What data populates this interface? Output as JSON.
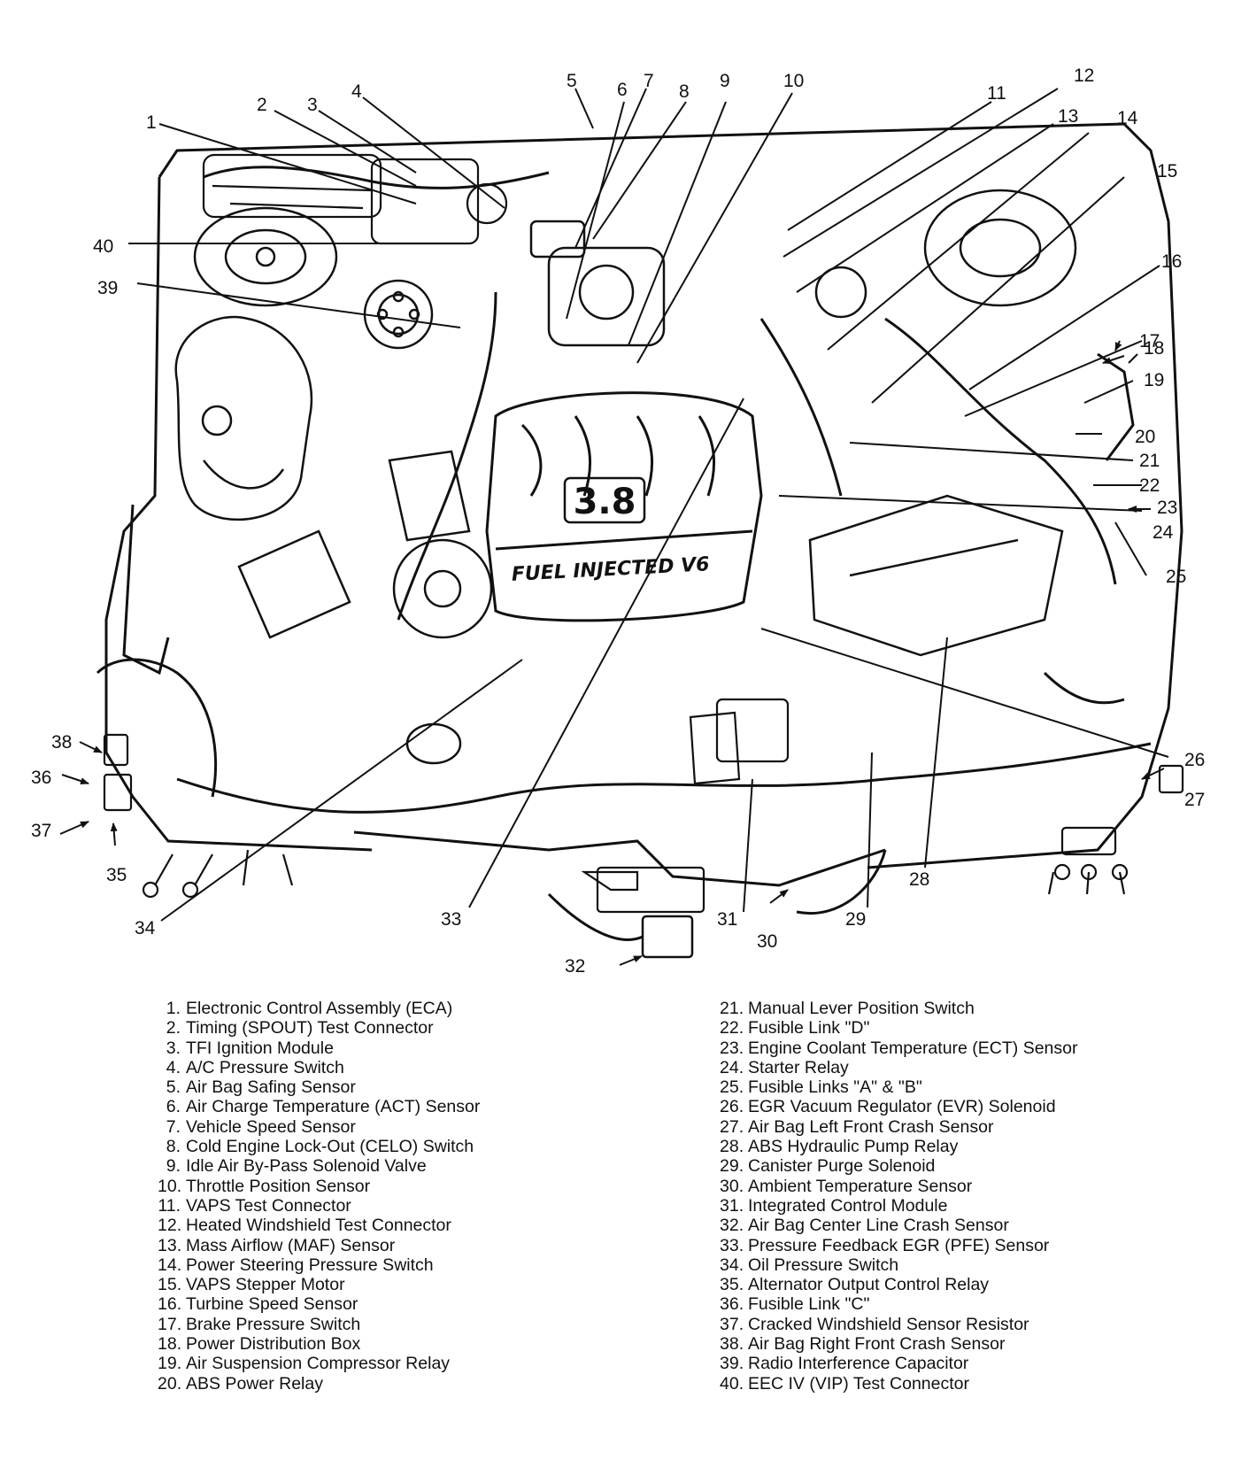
{
  "engine_badge": {
    "displacement": "3.8",
    "text": "FUEL INJECTED V6"
  },
  "legend": [
    {
      "num": "1.",
      "label": "Electronic Control Assembly (ECA)"
    },
    {
      "num": "2.",
      "label": "Timing (SPOUT) Test Connector"
    },
    {
      "num": "3.",
      "label": "TFI Ignition Module"
    },
    {
      "num": "4.",
      "label": "A/C Pressure Switch"
    },
    {
      "num": "5.",
      "label": "Air Bag Safing Sensor"
    },
    {
      "num": "6.",
      "label": "Air Charge Temperature (ACT) Sensor"
    },
    {
      "num": "7.",
      "label": "Vehicle Speed Sensor"
    },
    {
      "num": "8.",
      "label": "Cold Engine Lock-Out (CELO) Switch"
    },
    {
      "num": "9.",
      "label": "Idle Air By-Pass Solenoid Valve"
    },
    {
      "num": "10.",
      "label": "Throttle Position Sensor"
    },
    {
      "num": "11.",
      "label": "VAPS Test Connector"
    },
    {
      "num": "12.",
      "label": "Heated Windshield Test Connector"
    },
    {
      "num": "13.",
      "label": "Mass Airflow (MAF) Sensor"
    },
    {
      "num": "14.",
      "label": "Power Steering Pressure Switch"
    },
    {
      "num": "15.",
      "label": "VAPS Stepper Motor"
    },
    {
      "num": "16.",
      "label": "Turbine Speed Sensor"
    },
    {
      "num": "17.",
      "label": "Brake Pressure Switch"
    },
    {
      "num": "18.",
      "label": "Power Distribution Box"
    },
    {
      "num": "19.",
      "label": "Air Suspension Compressor Relay"
    },
    {
      "num": "20.",
      "label": "ABS Power Relay"
    },
    {
      "num": "21.",
      "label": "Manual Lever Position Switch"
    },
    {
      "num": "22.",
      "label": "Fusible Link \"D\""
    },
    {
      "num": "23.",
      "label": "Engine Coolant Temperature (ECT) Sensor"
    },
    {
      "num": "24.",
      "label": "Starter Relay"
    },
    {
      "num": "25.",
      "label": "Fusible Links \"A\" & \"B\""
    },
    {
      "num": "26.",
      "label": "EGR Vacuum Regulator (EVR) Solenoid"
    },
    {
      "num": "27.",
      "label": "Air Bag Left Front Crash Sensor"
    },
    {
      "num": "28.",
      "label": "ABS Hydraulic Pump Relay"
    },
    {
      "num": "29.",
      "label": "Canister Purge Solenoid"
    },
    {
      "num": "30.",
      "label": "Ambient Temperature Sensor"
    },
    {
      "num": "31.",
      "label": "Integrated Control Module"
    },
    {
      "num": "32.",
      "label": "Air Bag Center Line Crash Sensor"
    },
    {
      "num": "33.",
      "label": "Pressure Feedback EGR (PFE) Sensor"
    },
    {
      "num": "34.",
      "label": "Oil Pressure Switch"
    },
    {
      "num": "35.",
      "label": "Alternator Output Control Relay"
    },
    {
      "num": "36.",
      "label": "Fusible Link \"C\""
    },
    {
      "num": "37.",
      "label": "Cracked Windshield Sensor Resistor"
    },
    {
      "num": "38.",
      "label": "Air Bag Right Front Crash Sensor"
    },
    {
      "num": "39.",
      "label": "Radio Interference Capacitor"
    },
    {
      "num": "40.",
      "label": "EEC IV (VIP) Test Connector"
    }
  ]
}
